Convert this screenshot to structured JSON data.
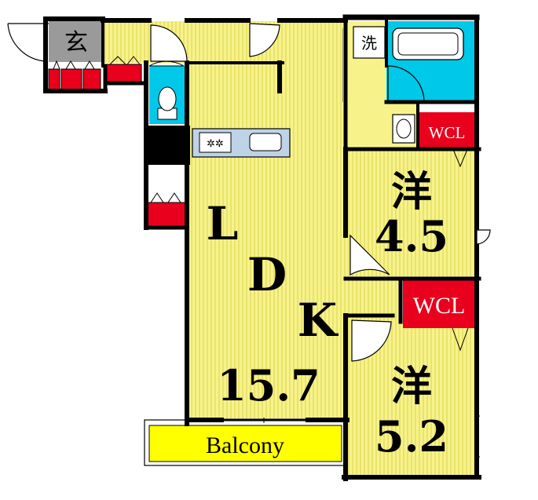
{
  "rooms": {
    "entrance": "玄",
    "laundry": "洗",
    "ldk_l": "L",
    "ldk_d": "D",
    "ldk_k": "K",
    "ldk_size": "15.7",
    "room1_type": "洋",
    "room1_size": "4.5",
    "room2_type": "洋",
    "room2_size": "5.2",
    "wcl1": "WCL",
    "wcl2": "WCL",
    "balcony": "Balcony"
  },
  "colors": {
    "floor": "#f7f38a",
    "stripe": "#e0d85a",
    "wet": "#00c8e8",
    "closet": "#e8001c",
    "entrance": "#9a9a9a",
    "balcony": "#ffff00",
    "wall": "#000000"
  }
}
